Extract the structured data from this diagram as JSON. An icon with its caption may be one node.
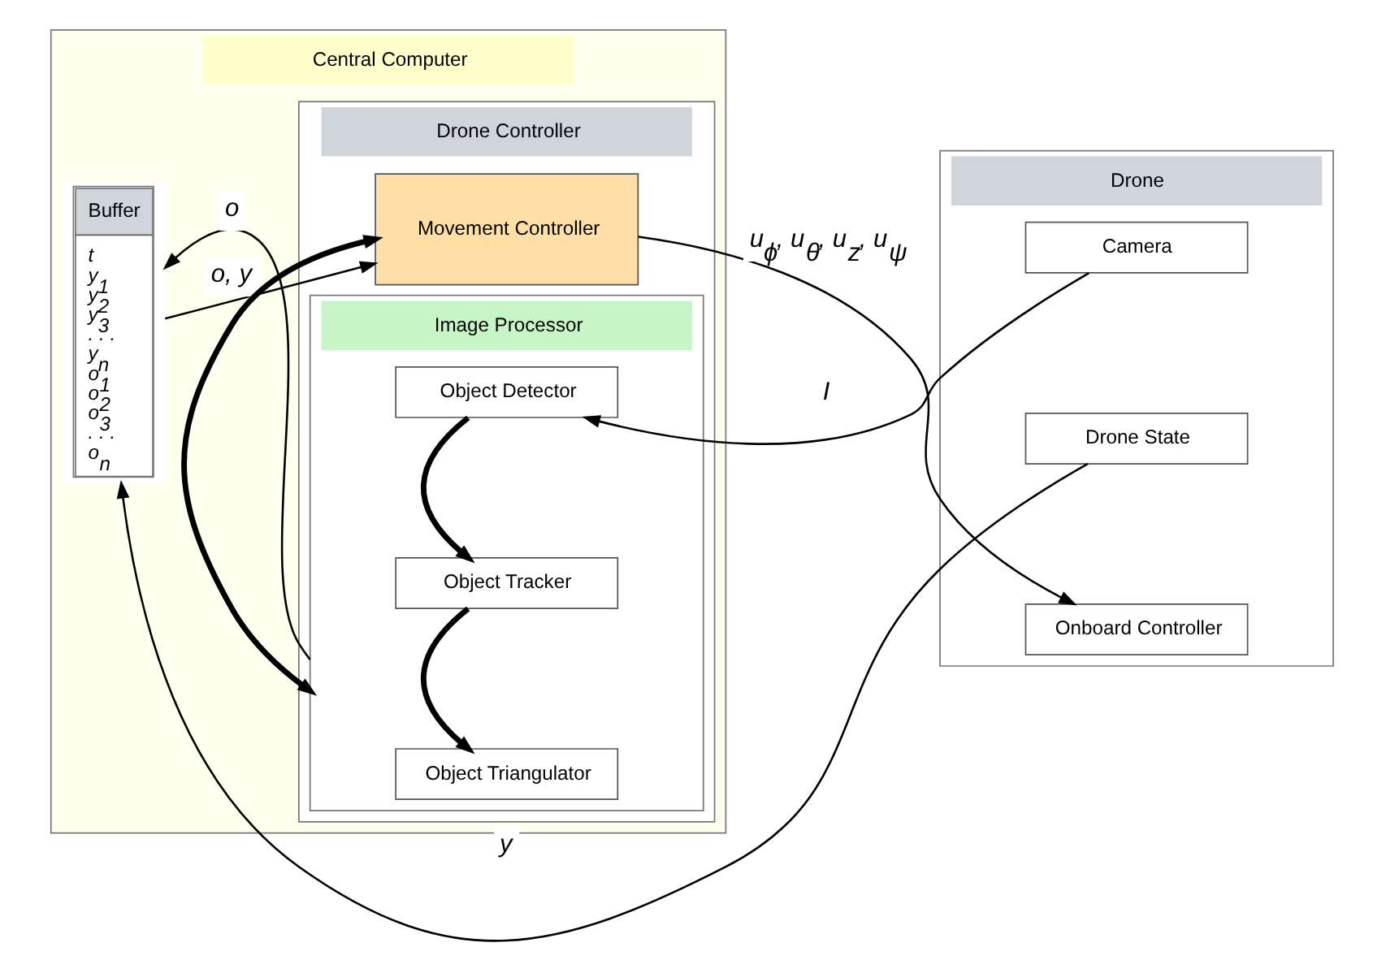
{
  "diagram": {
    "nodes": [
      {
        "text": [
          "Central Computer"
        ]
      },
      {
        "text": [
          "Buffer",
          "t",
          "y$_{1}$",
          "y$_{2}$",
          "y$_{3}$",
          ". . .",
          "y$_{n}$",
          "o$_{1}$",
          "o$_{2}$",
          "o$_{3}$",
          ". . .",
          "o$_{n}$"
        ],
        "in": 0
      },
      {
        "text": [
          "Drone Controller"
        ],
        "in": 0
      },
      {
        "text": [
          "Image Processor"
        ],
        "in": 2
      },
      {
        "text": [
          "Object Detector"
        ],
        "in": 3
      },
      {
        "text": [
          "Object Tracker"
        ],
        "in": 3
      },
      {
        "text": [
          "Object Triangulator"
        ],
        "in": 3
      },
      {
        "text": [
          "Movement Controller"
        ],
        "in": 2
      },
      {
        "text": [
          "Drone"
        ]
      },
      {
        "text": [
          "Camera"
        ],
        "in": 8
      },
      {
        "text": [
          "Drone State"
        ],
        "in": 8
      },
      {
        "text": [
          "Onboard Controller"
        ],
        "in": 8
      }
    ],
    "edges": [
      {
        "from": 9,
        "to": 4,
        "arrow": "to",
        "label": "I"
      },
      {
        "from": 4,
        "to": 5,
        "arrow": "to",
        "style": "thick"
      },
      {
        "from": 5,
        "to": 6,
        "arrow": "to",
        "style": "thick"
      },
      {
        "from": 3,
        "to": 1,
        "arrow": "to",
        "label": "o"
      },
      {
        "from": 10,
        "to": 1,
        "arrow": "to",
        "label": "y"
      },
      {
        "from": 3,
        "to": 7,
        "arrow": "both",
        "style": "thick"
      },
      {
        "from": 1,
        "to": 7,
        "arrow": "to",
        "label": "o, y"
      },
      {
        "from": 7,
        "to": 11,
        "arrow": "to",
        "label": "u$_{ϕ}$, u$_{θ}$, u$_{z}$, u$_{ψ}$"
      }
    ]
  }
}
